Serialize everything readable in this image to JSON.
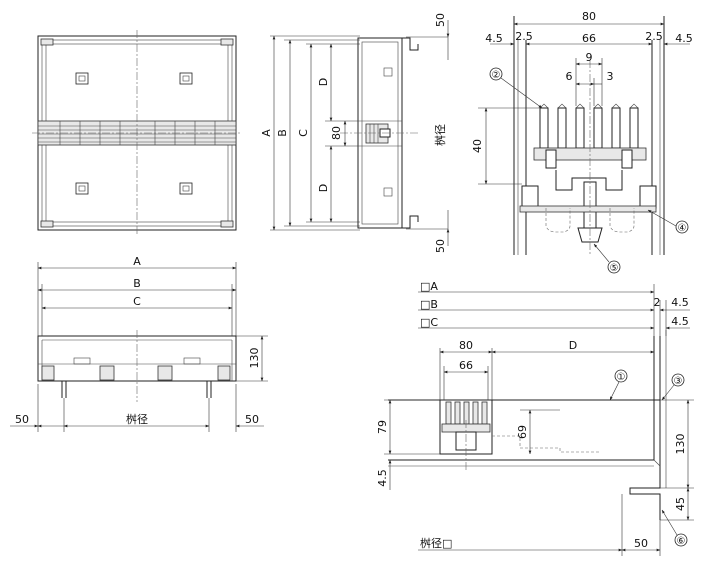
{
  "top_view": {},
  "side_view": {
    "dim_top": "50",
    "dim_bottom": "50",
    "dim_A": "A",
    "dim_B": "B",
    "dim_C": "C",
    "dim_D_upper": "D",
    "dim_D_lower": "D",
    "dim_80": "80",
    "dim_masu": "桝径"
  },
  "detail_view": {
    "dim_80": "80",
    "dim_45_left": "4.5",
    "dim_25_left": "2.5",
    "dim_66": "66",
    "dim_25_right": "2.5",
    "dim_45_right": "4.5",
    "dim_9": "9",
    "dim_6": "6",
    "dim_3": "3",
    "dim_40": "40",
    "callout_2": "②",
    "callout_4": "④",
    "callout_5": "⑤"
  },
  "front_view": {
    "dim_A": "A",
    "dim_B": "B",
    "dim_C": "C",
    "dim_130": "130",
    "dim_50_left": "50",
    "dim_50_right": "50",
    "dim_masu": "桝径"
  },
  "section_view": {
    "label_A": "□A",
    "label_B": "□B",
    "label_C": "□C",
    "dim_2": "2",
    "dim_45_b": "4.5",
    "dim_45_c": "4.5",
    "dim_80": "80",
    "dim_D": "D",
    "dim_66": "66",
    "dim_79": "79",
    "dim_69": "69",
    "dim_45_bottom": "4.5",
    "dim_130": "130",
    "dim_45_right": "45",
    "dim_50": "50",
    "label_masu": "桝径□",
    "callout_1": "①",
    "callout_3": "③",
    "callout_6": "⑥"
  }
}
